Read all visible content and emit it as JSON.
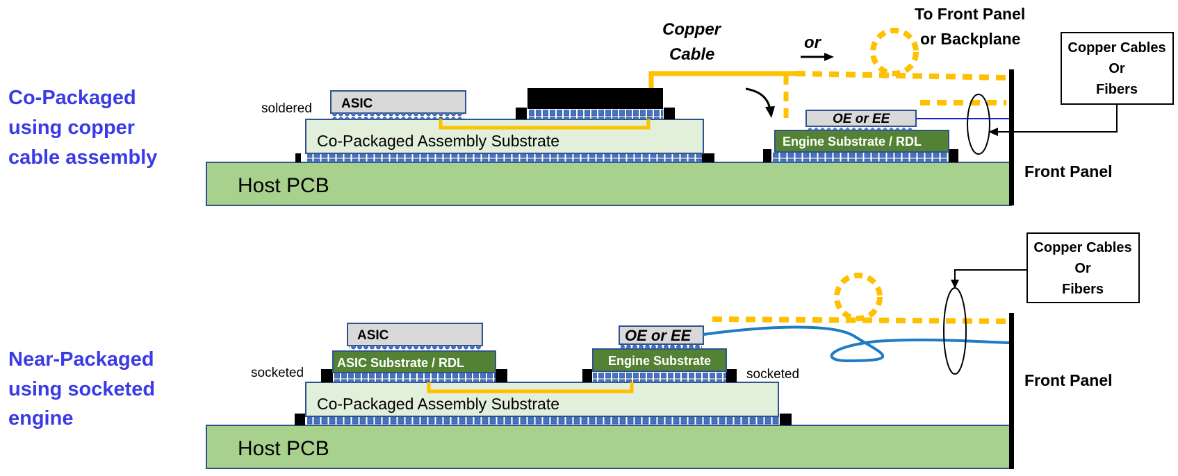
{
  "top": {
    "side_label": [
      "Co-Packaged",
      "using copper",
      "cable assembly"
    ],
    "host_pcb": "Host PCB",
    "substrate": "Co-Packaged Assembly Substrate",
    "asic": "ASIC",
    "soldered": "soldered",
    "oe_ee": "OE or EE",
    "engine_substrate": "Engine Substrate / RDL",
    "copper_cable": [
      "Copper",
      "Cable"
    ],
    "or": "or",
    "to_front": [
      "To Front Panel",
      "or Backplane"
    ],
    "callout": [
      "Copper Cables",
      "Or",
      "Fibers"
    ],
    "front_panel": "Front Panel"
  },
  "bottom": {
    "side_label": [
      "Near-Packaged",
      "using socketed",
      "engine"
    ],
    "host_pcb": "Host PCB",
    "substrate": "Co-Packaged Assembly Substrate",
    "asic": "ASIC",
    "asic_substrate": "ASIC Substrate / RDL",
    "oe_ee": "OE or EE",
    "engine_substrate": "Engine Substrate",
    "socketed_left": "socketed",
    "socketed_right": "socketed",
    "callout": [
      "Copper Cables",
      "Or",
      "Fibers"
    ],
    "front_panel": "Front Panel"
  },
  "colors": {
    "label_blue": "#3a3ae6",
    "pcb_green": "#a9d18e",
    "substrate_green": "#e2efda",
    "engine_green": "#548235",
    "asic_gray": "#d9d9d9",
    "bump_blue": "#4472c4",
    "copper_yellow": "#ffc000",
    "fiber_blue": "#1f7bc4"
  }
}
